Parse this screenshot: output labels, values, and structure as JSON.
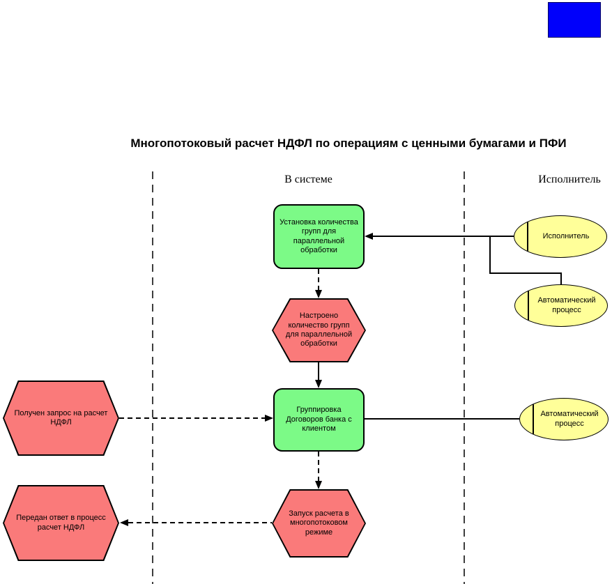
{
  "title": "Многопотоковый расчет НДФЛ по операциям с ценными бумагами и ПФИ",
  "lanes": {
    "system": "В системе",
    "executor": "Исполнитель"
  },
  "functions": {
    "set_groups": "Установка количества групп для параллельной обработки",
    "grouping": "Группировка Договоров банка с клиентом"
  },
  "events": {
    "groups_configured": "Настроено количество групп для параллельной обработки",
    "calc_started": "Запуск расчета в многопотоковом режиме",
    "request_received": "Получен запрос на расчет НДФЛ",
    "response_sent": "Передан ответ в процесс расчет НДФЛ"
  },
  "roles": {
    "executor": "Исполнитель",
    "auto_process_top": "Автоматический процесс",
    "auto_process_mid": "Автоматический процесс"
  },
  "colors": {
    "function_fill": "#7cfa87",
    "event_fill": "#fa7a7a",
    "role_fill": "#ffff99",
    "legend_fill": "#0000fb"
  }
}
